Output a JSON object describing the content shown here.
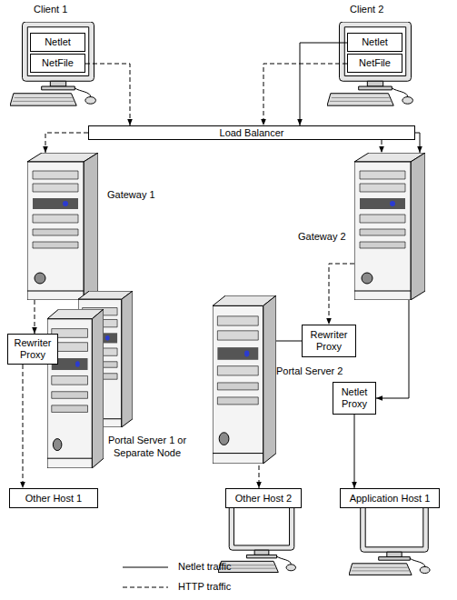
{
  "diagram": {
    "nodes": [
      {
        "text": [
          "Client 1"
        ]
      },
      {
        "text": [
          "Netlet"
        ],
        "in": 0
      },
      {
        "text": [
          "NetFile"
        ],
        "in": 0
      },
      {
        "text": [
          "Client 2"
        ]
      },
      {
        "text": [
          "Netlet"
        ],
        "in": 3
      },
      {
        "text": [
          "NetFile"
        ],
        "in": 3
      },
      {
        "text": [
          "Load Balancer"
        ]
      },
      {
        "text": [
          "Gateway 1"
        ]
      },
      {
        "text": [
          "Gateway 2"
        ]
      },
      {
        "text": [
          "Portal Server 1 or Separate Node"
        ]
      },
      {
        "text": [
          "Rewriter Proxy"
        ],
        "in": 9
      },
      {
        "text": [
          "Portal Server 2"
        ]
      },
      {
        "text": [
          "Rewriter Proxy"
        ],
        "in": 11
      },
      {
        "text": [
          "Netlet Proxy"
        ]
      },
      {
        "text": [
          "Other Host 1"
        ]
      },
      {
        "text": [
          "Other Host 2"
        ]
      },
      {
        "text": [
          "Application Host 1"
        ]
      }
    ],
    "edges": [
      {
        "from": 2,
        "to": 6,
        "arrow": "to"
      },
      {
        "from": 5,
        "to": 6,
        "arrow": "to"
      },
      {
        "from": 4,
        "to": 6,
        "arrow": "to"
      },
      {
        "from": 6,
        "to": 7,
        "arrow": "to"
      },
      {
        "from": 6,
        "to": 8,
        "arrow": "to"
      },
      {
        "from": 6,
        "to": 8,
        "arrow": "to"
      },
      {
        "from": 7,
        "to": 10,
        "arrow": "to"
      },
      {
        "from": 8,
        "to": 12,
        "arrow": "to"
      },
      {
        "from": 8,
        "to": 13,
        "arrow": "to"
      },
      {
        "from": 10,
        "to": 14,
        "arrow": "to"
      },
      {
        "from": 11,
        "to": 15,
        "arrow": "to"
      },
      {
        "from": 13,
        "to": 16,
        "arrow": "to"
      }
    ],
    "legend": [
      {
        "text": "Netlet traffic"
      },
      {
        "text": "HTTP traffic"
      }
    ]
  }
}
